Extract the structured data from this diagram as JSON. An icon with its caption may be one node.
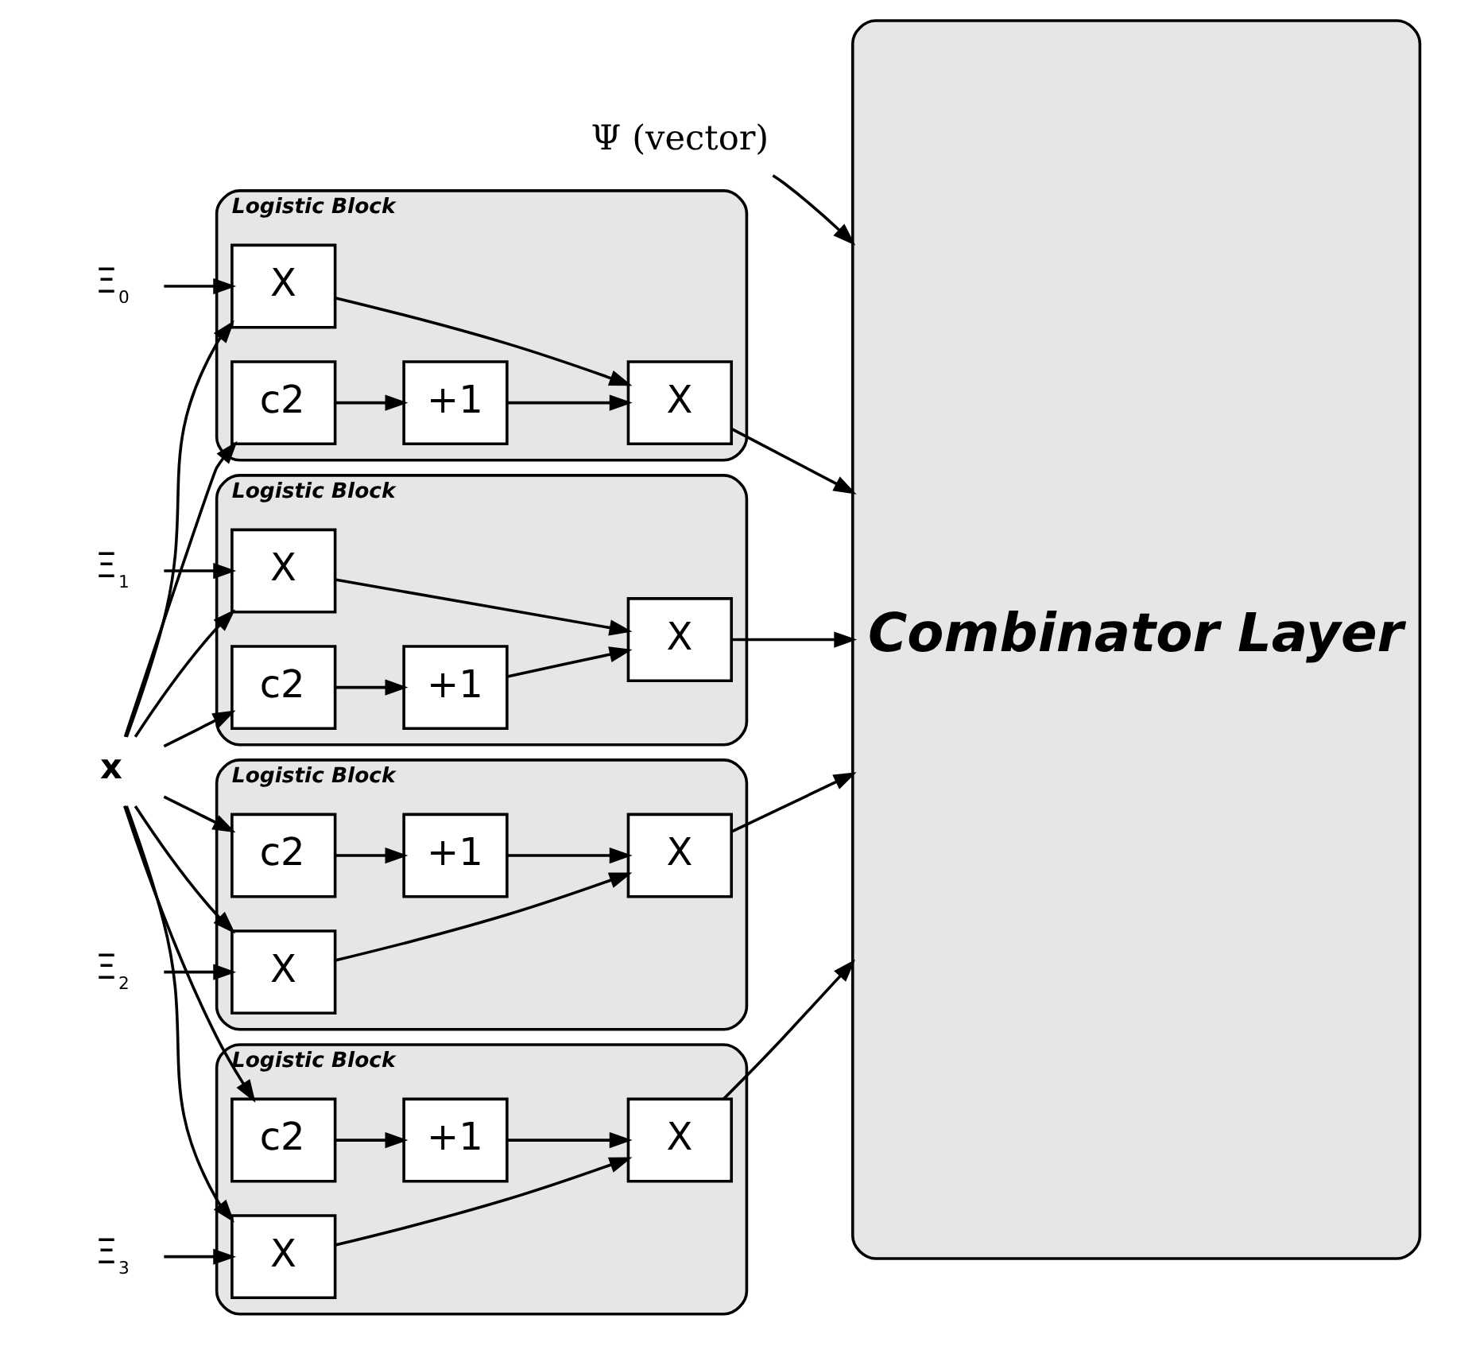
{
  "diagram": {
    "nodes": [
      {
        "text": [
          "x"
        ]
      },
      {
        "text": [
          "Ψ (vector)"
        ]
      },
      {
        "text": [
          "Ξ$_{0}$"
        ]
      },
      {
        "text": [
          "Logistic Block"
        ]
      },
      {
        "text": [
          "X"
        ],
        "in": 3
      },
      {
        "text": [
          "c2"
        ],
        "in": 3
      },
      {
        "text": [
          "+1"
        ],
        "in": 3
      },
      {
        "text": [
          "X"
        ],
        "in": 3
      },
      {
        "text": [
          "Ξ$_{1}$"
        ]
      },
      {
        "text": [
          "Logistic Block"
        ]
      },
      {
        "text": [
          "X"
        ],
        "in": 9
      },
      {
        "text": [
          "c2"
        ],
        "in": 9
      },
      {
        "text": [
          "+1"
        ],
        "in": 9
      },
      {
        "text": [
          "X"
        ],
        "in": 9
      },
      {
        "text": [
          "Ξ$_{2}$"
        ]
      },
      {
        "text": [
          "Logistic Block"
        ]
      },
      {
        "text": [
          "X"
        ],
        "in": 15
      },
      {
        "text": [
          "c2"
        ],
        "in": 15
      },
      {
        "text": [
          "+1"
        ],
        "in": 15
      },
      {
        "text": [
          "X"
        ],
        "in": 15
      },
      {
        "text": [
          "Ξ$_{3}$"
        ]
      },
      {
        "text": [
          "Logistic Block"
        ]
      },
      {
        "text": [
          "X"
        ],
        "in": 21
      },
      {
        "text": [
          "c2"
        ],
        "in": 21
      },
      {
        "text": [
          "+1"
        ],
        "in": 21
      },
      {
        "text": [
          "X"
        ],
        "in": 21
      },
      {
        "text": [
          "Combinator Layer"
        ]
      }
    ],
    "edges": [
      {
        "from": 0,
        "to": 4,
        "arrow": "to"
      },
      {
        "from": 0,
        "to": 5,
        "arrow": "to"
      },
      {
        "from": 2,
        "to": 4,
        "arrow": "to"
      },
      {
        "from": 4,
        "to": 7,
        "arrow": "to"
      },
      {
        "from": 5,
        "to": 6,
        "arrow": "to"
      },
      {
        "from": 6,
        "to": 7,
        "arrow": "to"
      },
      {
        "from": 7,
        "to": 26,
        "arrow": "to"
      },
      {
        "from": 0,
        "to": 10,
        "arrow": "to"
      },
      {
        "from": 0,
        "to": 11,
        "arrow": "to"
      },
      {
        "from": 8,
        "to": 10,
        "arrow": "to"
      },
      {
        "from": 10,
        "to": 13,
        "arrow": "to"
      },
      {
        "from": 11,
        "to": 12,
        "arrow": "to"
      },
      {
        "from": 12,
        "to": 13,
        "arrow": "to"
      },
      {
        "from": 13,
        "to": 26,
        "arrow": "to"
      },
      {
        "from": 0,
        "to": 16,
        "arrow": "to"
      },
      {
        "from": 0,
        "to": 17,
        "arrow": "to"
      },
      {
        "from": 14,
        "to": 16,
        "arrow": "to"
      },
      {
        "from": 16,
        "to": 19,
        "arrow": "to"
      },
      {
        "from": 17,
        "to": 18,
        "arrow": "to"
      },
      {
        "from": 18,
        "to": 19,
        "arrow": "to"
      },
      {
        "from": 19,
        "to": 26,
        "arrow": "to"
      },
      {
        "from": 0,
        "to": 22,
        "arrow": "to"
      },
      {
        "from": 0,
        "to": 23,
        "arrow": "to"
      },
      {
        "from": 20,
        "to": 22,
        "arrow": "to"
      },
      {
        "from": 22,
        "to": 25,
        "arrow": "to"
      },
      {
        "from": 23,
        "to": 24,
        "arrow": "to"
      },
      {
        "from": 24,
        "to": 25,
        "arrow": "to"
      },
      {
        "from": 25,
        "to": 26,
        "arrow": "to"
      },
      {
        "from": 1,
        "to": 26,
        "arrow": "to"
      }
    ]
  }
}
